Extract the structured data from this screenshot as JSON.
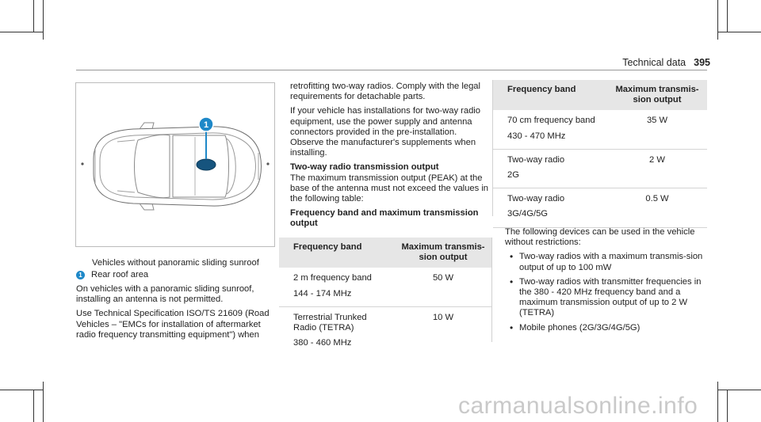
{
  "header": {
    "section": "Technical data",
    "page": "395"
  },
  "figure": {
    "marker": "1"
  },
  "caption": "Vehicles without panoramic sliding sunroof",
  "legend": {
    "num": "1",
    "text": "Rear roof area"
  },
  "col1": {
    "p1": "On vehicles with a panoramic sliding sunroof, installing an antenna is not permitted.",
    "p2": "Use Technical Specification ISO/TS 21609 (Road Vehicles – \"EMCs for installation of aftermarket radio frequency transmitting equipment\") when"
  },
  "col2": {
    "p1": "retrofitting two-way radios. Comply with the legal requirements for detachable parts.",
    "p2": "If your vehicle has installations for two-way radio equipment, use the power supply and antenna connectors provided in the pre-installation. Observe the manufacturer's supplements when installing.",
    "sub1": "Two-way radio transmission output",
    "p3": "The maximum transmission output (PEAK) at the base of the antenna must not exceed the values in the following table:",
    "sub2": "Frequency band and maximum transmission output"
  },
  "table1": {
    "headers": [
      "Frequency band",
      "Maximum transmis-sion output"
    ],
    "rows": [
      {
        "band": "2 m frequency band",
        "range": "144 - 174 MHz",
        "output": "50 W"
      },
      {
        "band": "Terrestrial Trunked Radio (TETRA)",
        "range": "380 - 460 MHz",
        "output": "10 W"
      }
    ]
  },
  "table2": {
    "headers": [
      "Frequency band",
      "Maximum transmis-sion output"
    ],
    "rows": [
      {
        "band": "70 cm frequency band",
        "range": "430 - 470 MHz",
        "output": "35 W"
      },
      {
        "band": "Two-way radio",
        "range": "2G",
        "output": "2 W"
      },
      {
        "band": "Two-way radio",
        "range": "3G/4G/5G",
        "output": "0.5 W"
      }
    ]
  },
  "col3": {
    "intro": "The following devices can be used in the vehicle without restrictions:",
    "bullets": [
      "Two-way radios with a maximum transmis-sion output of up to 100 mW",
      "Two-way radios with transmitter frequencies in the 380 - 420 MHz frequency band and a maximum transmission output of up to 2 W (TETRA)",
      "Mobile phones (2G/3G/4G/5G)"
    ]
  },
  "watermark": "carmanualsonline.info",
  "colors": {
    "accent": "#1e88c8",
    "table_header": "#e6e6e6"
  }
}
